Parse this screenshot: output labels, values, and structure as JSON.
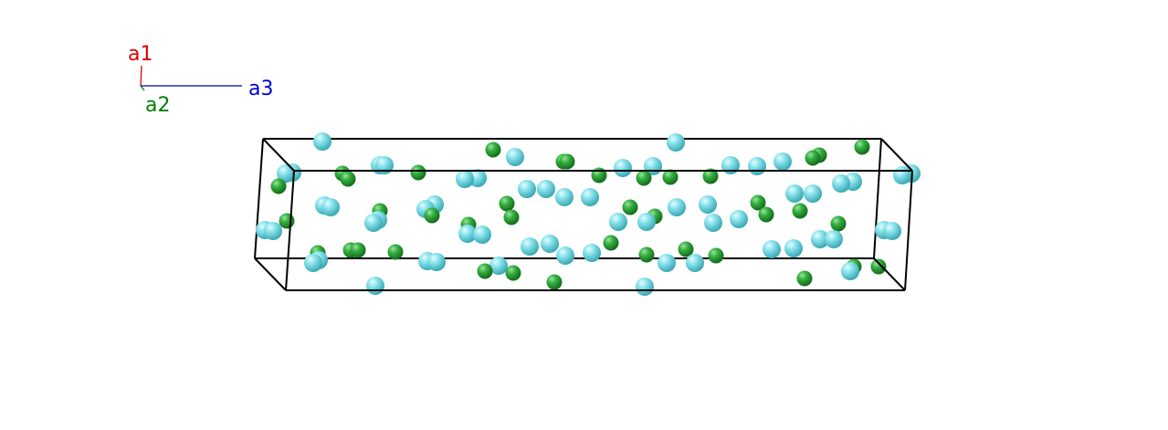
{
  "axes": {
    "a1": {
      "label": "a1",
      "color": "#e00000"
    },
    "a2": {
      "label": "a2",
      "color": "#008000"
    },
    "a3": {
      "label": "a3",
      "color": "#0000d0"
    }
  },
  "atom_colors": {
    "cyan": "#6fdde8",
    "green": "#2ea83a"
  },
  "cell_edge_color": "#000000"
}
